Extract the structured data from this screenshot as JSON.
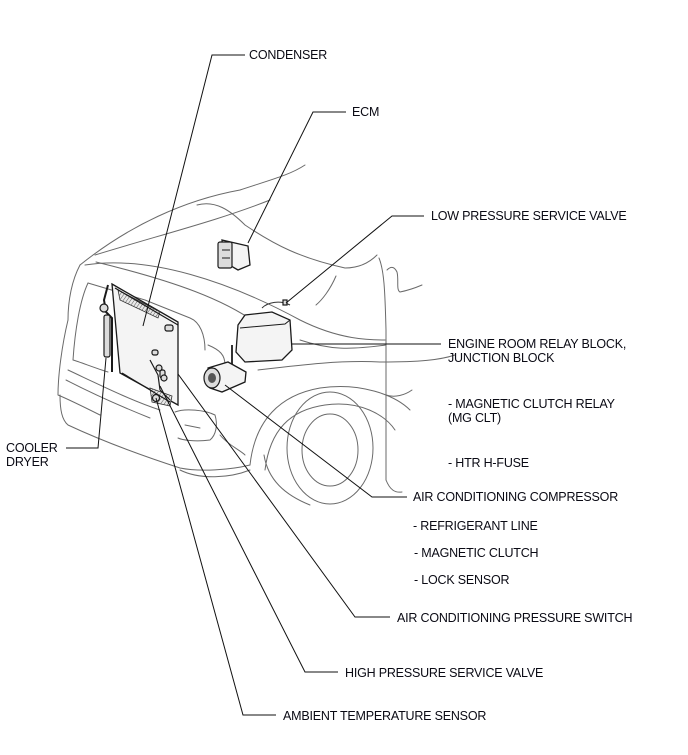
{
  "diagram": {
    "subject": "Air conditioning system parts location (front of vehicle)",
    "labels": {
      "condenser": "CONDENSER",
      "ecm": "ECM",
      "low_pressure_service_valve": "LOW PRESSURE SERVICE VALVE",
      "engine_room_relay_block_line1": "ENGINE ROOM RELAY BLOCK,",
      "engine_room_relay_block_line2": "JUNCTION BLOCK",
      "magnetic_clutch_relay_line1": "- MAGNETIC CLUTCH RELAY",
      "magnetic_clutch_relay_line2": "(MG CLT)",
      "htr_h_fuse": "- HTR H-FUSE",
      "ac_compressor": "AIR CONDITIONING COMPRESSOR",
      "refrigerant_line": "- REFRIGERANT LINE",
      "magnetic_clutch": "- MAGNETIC CLUTCH",
      "lock_sensor": "- LOCK SENSOR",
      "ac_pressure_switch": "AIR CONDITIONING PRESSURE SWITCH",
      "high_pressure_service_valve": "HIGH PRESSURE SERVICE VALVE",
      "ambient_temperature_sensor": "AMBIENT TEMPERATURE SENSOR",
      "cooler_dryer_line1": "COOLER",
      "cooler_dryer_line2": "DRYER"
    }
  }
}
